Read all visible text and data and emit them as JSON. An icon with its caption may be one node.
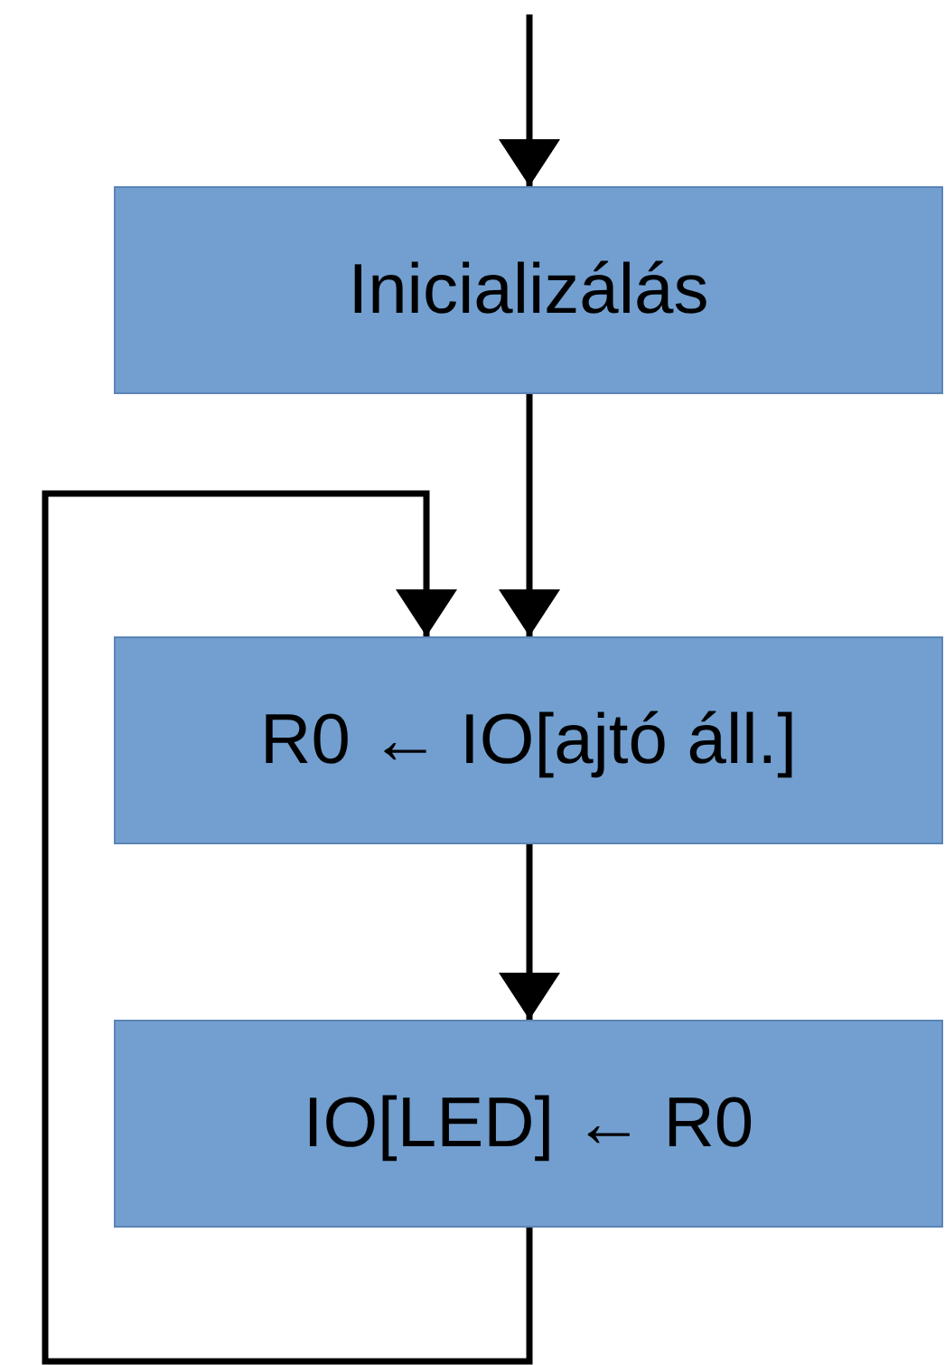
{
  "diagram": {
    "nodes": [
      {
        "text": [
          "Inicializálás"
        ]
      },
      {
        "text": [
          "R0 ← IO[ajtó áll.]"
        ]
      },
      {
        "text": [
          "IO[LED] ← R0"
        ]
      }
    ],
    "edges": [
      {
        "from": null,
        "to": 0,
        "arrow": "to"
      },
      {
        "from": 0,
        "to": 1,
        "arrow": "to"
      },
      {
        "from": 1,
        "to": 2,
        "arrow": "to"
      },
      {
        "from": 2,
        "to": 1,
        "arrow": "to"
      }
    ]
  }
}
